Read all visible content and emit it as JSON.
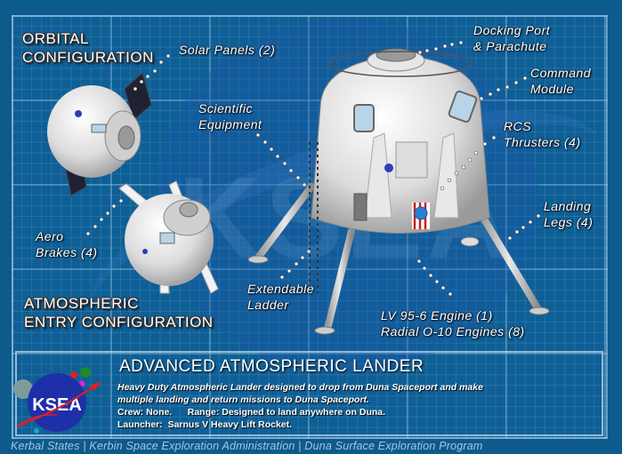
{
  "headings": {
    "orbital": [
      "ORBITAL",
      "CONFIGURATION"
    ],
    "atmospheric": [
      "ATMOSPHERIC",
      "ENTRY CONFIGURATION"
    ]
  },
  "callouts": {
    "solar_panels": [
      "Solar Panels (2)"
    ],
    "docking_port": [
      "Docking Port",
      "& Parachute"
    ],
    "command_module": [
      "Command",
      "Module"
    ],
    "scientific_equipment": [
      "Scientific",
      "Equipment"
    ],
    "rcs_thrusters": [
      "RCS",
      "Thrusters (4)"
    ],
    "landing_legs": [
      "Landing",
      "Legs (4)"
    ],
    "aero_brakes": [
      "Aero",
      "Brakes (4)"
    ],
    "extendable_ladder": [
      "Extendable",
      "Ladder"
    ],
    "engines": [
      "LV 95-6 Engine (1)",
      "Radial O-10 Engines (8)"
    ]
  },
  "info": {
    "logo_text": "KSEA",
    "title": "ADVANCED ATMOSPHERIC  LANDER",
    "description_1": "Heavy Duty Atmospheric Lander designed to drop from Duna Spaceport and make",
    "description_2": "multiple landing and return missions to Duna Spaceport.",
    "crew": "Crew: None.      Range: Designed to land anywhere on Duna.",
    "launcher": "Launcher:  Sarnus V Heavy Lift Rocket."
  },
  "footer": "Kerbal States | Kerbin Space Exploration Administration | Duna Surface Exploration Program",
  "colors": {
    "background": "#0d5a8c",
    "grid": "#0e5f96",
    "logo_blue": "#1e2fa8",
    "logo_red": "#e02020",
    "footer_text": "#a9c6dc"
  }
}
